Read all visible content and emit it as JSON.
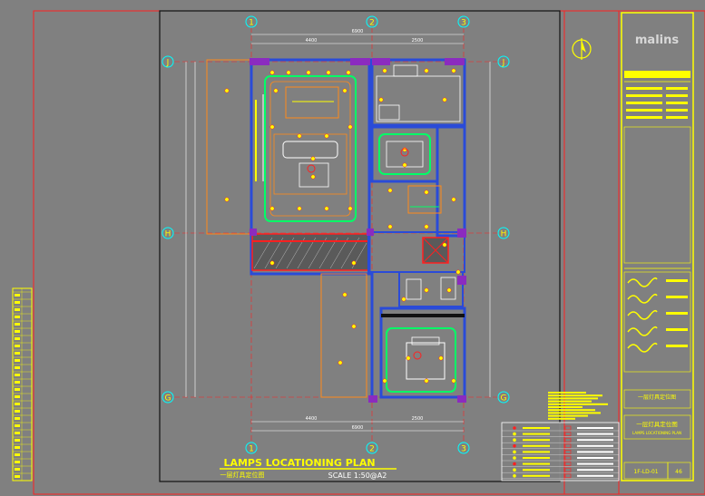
{
  "sheet": {
    "title": "LAMPS LOCATIONING PLAN",
    "subtitle_cn": "一层灯具定位图",
    "scale": "SCALE 1:50@A2"
  },
  "grid_axes": {
    "columns": [
      "1",
      "2",
      "3"
    ],
    "rows": [
      "J",
      "H",
      "G"
    ]
  },
  "dimensions": {
    "top_total": "6900",
    "top_left": "4400",
    "top_right": "2500",
    "bottom_left": "4400",
    "bottom_right": "2500",
    "bottom_total": "6900"
  },
  "title_block": {
    "logo": "malins",
    "drawing_name_cn": "一层灯具定位图",
    "drawing_name_en": "LAMPS LOCATIONING PLAN",
    "drawing_no": "1F-LD-01",
    "sheet_no": "46"
  },
  "colors": {
    "background": "#808080",
    "wall": "#2a4bd8",
    "dimension": "#ffffff",
    "lamp": "#ffff00",
    "ceiling": "#00ff66",
    "furniture": "#ff8a1a",
    "border": "#ff2020",
    "title": "#ffff00"
  },
  "icons": {
    "north_arrow": "north-arrow-icon"
  }
}
